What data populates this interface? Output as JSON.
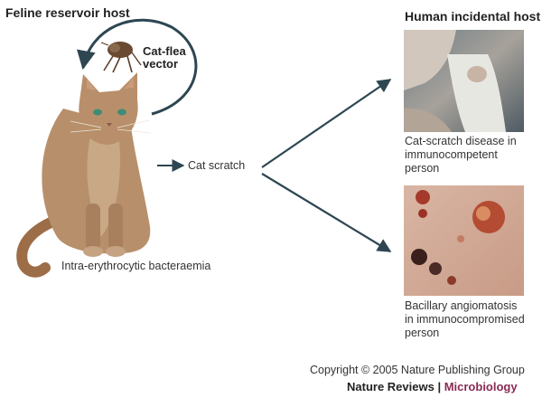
{
  "titles": {
    "left": "Feline reservoir host",
    "right": "Human incidental host"
  },
  "vector": {
    "line1": "Cat-flea",
    "line2": "vector"
  },
  "labels": {
    "bacteraemia": "Intra-erythrocytic bacteraemia",
    "scratch": "Cat scratch",
    "outcome_top": [
      "Cat-scratch disease in",
      "immunocompetent",
      "person"
    ],
    "outcome_bottom": [
      "Bacillary angiomatosis",
      "in immunocompromised",
      "person"
    ]
  },
  "footer": {
    "copyright": "Copyright © 2005 Nature Publishing Group",
    "journal": "Nature Reviews",
    "separator": " | ",
    "subject": "Microbiology"
  },
  "colors": {
    "arrow": "#2d4652",
    "cat_fur": "#b78f6a",
    "accent": "#8a2a55"
  }
}
